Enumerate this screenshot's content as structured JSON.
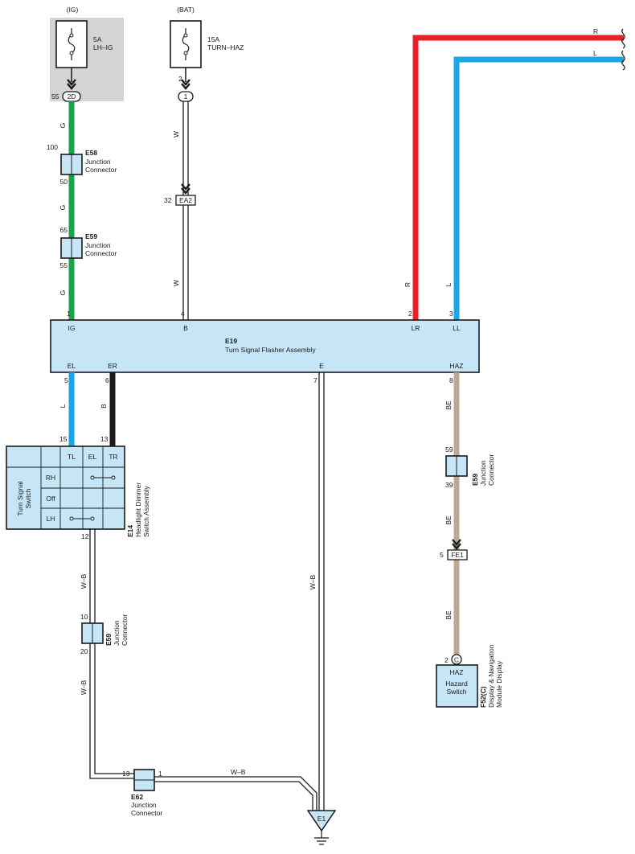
{
  "fuses": {
    "ig": {
      "source": "(IG)",
      "rating": "5A",
      "name": "LH–IG",
      "connector": "2D",
      "pin": "55"
    },
    "bat": {
      "source": "(BAT)",
      "rating": "15A",
      "name": "TURN–HAZ",
      "connector": "1",
      "pin": "2"
    }
  },
  "wire_codes": {
    "green": "G",
    "white": "W",
    "red": "R",
    "blue": "L",
    "black": "B",
    "beige": "BE",
    "white_black": "W–B"
  },
  "junctions": {
    "e58": {
      "id": "E58",
      "name_line1": "Junction",
      "name_line2": "Connector",
      "pin_top": "100",
      "pin_bottom": "50"
    },
    "e59a": {
      "id": "E59",
      "name_line1": "Junction",
      "name_line2": "Connector",
      "pin_top": "65",
      "pin_bottom": "55"
    },
    "e59b": {
      "id": "E59",
      "name_line1": "Junction",
      "name_line2": "Connector",
      "pin_top": "59",
      "pin_bottom": "39"
    },
    "e59c": {
      "id": "E59",
      "name_line1": "Junction",
      "name_line2": "Connector",
      "pin_top": "10",
      "pin_bottom": "20"
    },
    "e62": {
      "id": "E62",
      "name_line1": "Junction",
      "name_line2": "Connector",
      "pin_left": "13",
      "pin_right": "1"
    }
  },
  "inline_connectors": {
    "ea2": {
      "id": "EA2",
      "pin": "32"
    },
    "fe1": {
      "id": "FE1",
      "pin": "5"
    }
  },
  "flasher": {
    "id": "E19",
    "name": "Turn Signal Flasher Assembly",
    "terminals_top": [
      {
        "pin": "1",
        "name": "IG"
      },
      {
        "pin": "4",
        "name": "B"
      },
      {
        "pin": "2",
        "name": "LR"
      },
      {
        "pin": "3",
        "name": "LL"
      }
    ],
    "terminals_bottom": [
      {
        "pin": "5",
        "name": "EL"
      },
      {
        "pin": "6",
        "name": "ER"
      },
      {
        "pin": "7",
        "name": "E"
      },
      {
        "pin": "8",
        "name": "HAZ"
      }
    ]
  },
  "switch": {
    "id": "E14",
    "name_line1": "Headlight Dimmer",
    "name_line2": "Switch Assembly",
    "side_line1": "Turn Signal",
    "side_line2": "Switch",
    "columns": [
      "TL",
      "EL",
      "TR"
    ],
    "rows": [
      "RH",
      "Off",
      "LH"
    ],
    "pin_tl": "15",
    "pin_tr": "13",
    "pin_ground": "12"
  },
  "hazard": {
    "id": "F52(C)",
    "name_line1": "Display & Navigation",
    "name_line2": "Module Display",
    "terminal": "HAZ",
    "label_line1": "Hazard",
    "label_line2": "Switch",
    "connector": "C",
    "pin": "2"
  },
  "ground": {
    "id": "E1"
  },
  "colors": {
    "green": "#1aa34a",
    "red": "#e8202a",
    "blue": "#1aa5e6",
    "black": "#1a1a1a",
    "beige": "#bba996",
    "box_fill": "#c6e6f7",
    "fuse_shade": "#d4d4d4"
  }
}
